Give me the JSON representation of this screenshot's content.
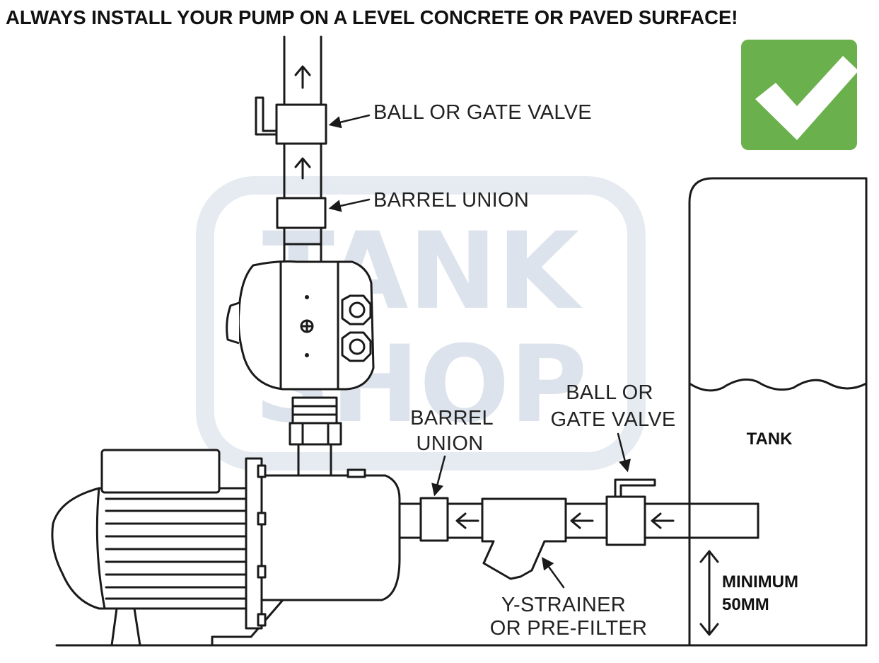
{
  "title": "ALWAYS INSTALL YOUR PUMP ON A LEVEL CONCRETE OR PAVED SURFACE!",
  "watermark": {
    "line1": "TANK",
    "line2": "SHOP"
  },
  "labels": {
    "valve_top": "BALL OR GATE VALVE",
    "union_top": "BARREL UNION",
    "union_bottom_1": "BARREL",
    "union_bottom_2": "UNION",
    "valve_bottom_1": "BALL OR",
    "valve_bottom_2": "GATE VALVE",
    "strainer_1": "Y-STRAINER",
    "strainer_2": "OR PRE-FILTER",
    "tank": "TANK",
    "minimum_1": "MINIMUM",
    "minimum_2": "50MM"
  },
  "badge": {
    "color": "#6ab04c",
    "icon": "check-icon"
  },
  "colors": {
    "line": "#1a1a1a",
    "watermark": "#dde3ec"
  }
}
